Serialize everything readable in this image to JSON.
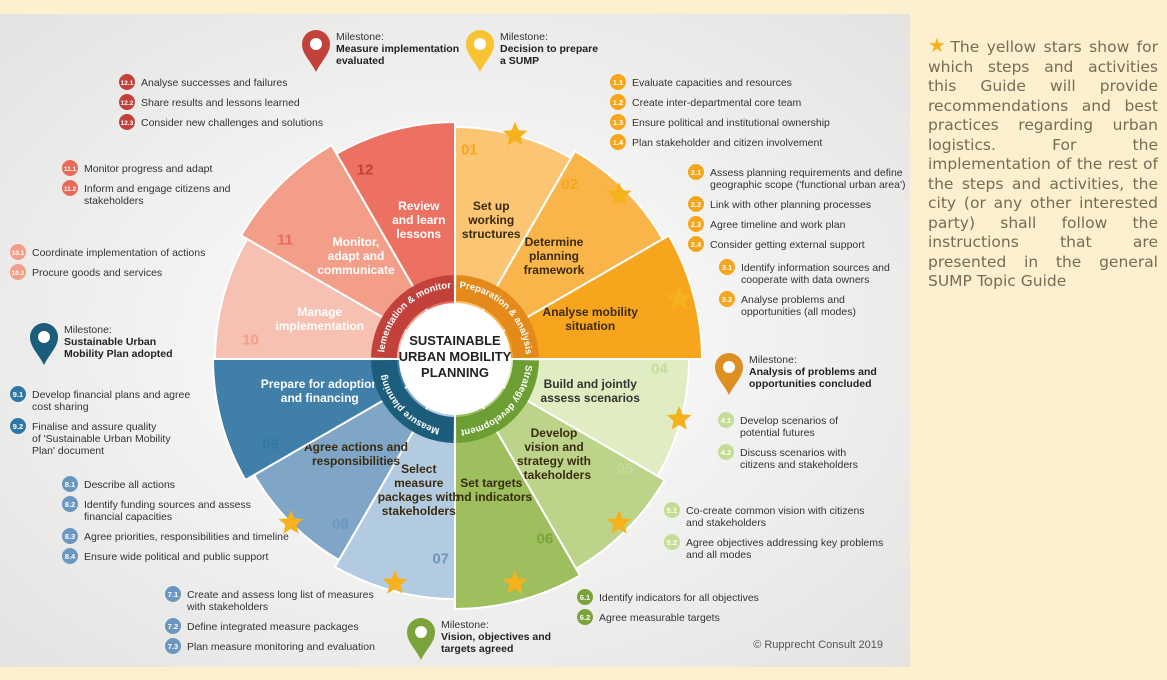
{
  "center": {
    "line1": "SUSTAINABLE",
    "line2": "URBAN MOBILITY",
    "line3": "PLANNING"
  },
  "phases": [
    {
      "label": "Preparation & analysis",
      "color": "#e38a1a"
    },
    {
      "label": "Strategy development",
      "color": "#6c9e33"
    },
    {
      "label": "Measure planning",
      "color": "#1c5d7b"
    },
    {
      "label": "Implementation & monitoring",
      "color": "#c2413a"
    }
  ],
  "steps": [
    {
      "num": "01",
      "title": [
        "Set up",
        "working",
        "structures"
      ],
      "color": "#fbc574",
      "star": true,
      "activities": [
        {
          "code": "1.1",
          "text": [
            "Evaluate capacities and resources"
          ]
        },
        {
          "code": "1.2",
          "text": [
            "Create inter-departmental core team"
          ]
        },
        {
          "code": "1.3",
          "text": [
            "Ensure political and institutional ownership"
          ]
        },
        {
          "code": "1.4",
          "text": [
            "Plan stakeholder and citizen involvement"
          ]
        }
      ]
    },
    {
      "num": "02",
      "title": [
        "Determine",
        "planning",
        "framework"
      ],
      "color": "#f9b54a",
      "star": true,
      "activities": [
        {
          "code": "2.1",
          "text": [
            "Assess planning requirements and define",
            "geographic scope ('functional urban area')"
          ]
        },
        {
          "code": "2.2",
          "text": [
            "Link with other planning processes"
          ]
        },
        {
          "code": "2.3",
          "text": [
            "Agree timeline and work plan"
          ]
        },
        {
          "code": "2.4",
          "text": [
            "Consider getting external support"
          ]
        }
      ]
    },
    {
      "num": "03",
      "title": [
        "Analyse mobility",
        "situation"
      ],
      "color": "#f6a51d",
      "star": true,
      "activities": [
        {
          "code": "3.1",
          "text": [
            "Identify information sources and",
            "cooperate with data owners"
          ]
        },
        {
          "code": "3.2",
          "text": [
            "Analyse problems and",
            "opportunities (all modes)"
          ]
        }
      ]
    },
    {
      "num": "04",
      "title": [
        "Build and jointly",
        "assess scenarios"
      ],
      "color": "#e0ecc1",
      "star": true,
      "activities": [
        {
          "code": "4.1",
          "text": [
            "Develop scenarios of",
            "potential futures"
          ]
        },
        {
          "code": "4.2",
          "text": [
            "Discuss scenarios with",
            "citizens and stakeholders"
          ]
        }
      ]
    },
    {
      "num": "05",
      "title": [
        "Develop",
        "vision and",
        "strategy with",
        "stakeholders"
      ],
      "color": "#bcd48a",
      "star": true,
      "activities": [
        {
          "code": "5.1",
          "text": [
            "Co-create common vision with citizens",
            "and stakeholders"
          ]
        },
        {
          "code": "5.2",
          "text": [
            "Agree objectives addressing key problems",
            "and all modes"
          ]
        }
      ]
    },
    {
      "num": "06",
      "title": [
        "Set targets",
        "and indicators"
      ],
      "color": "#9ebf5e",
      "star": true,
      "activities": [
        {
          "code": "6.1",
          "text": [
            "Identify indicators for all objectives"
          ]
        },
        {
          "code": "6.2",
          "text": [
            "Agree measurable targets"
          ]
        }
      ]
    },
    {
      "num": "07",
      "title": [
        "Select",
        "measure",
        "packages with",
        "stakeholders"
      ],
      "color": "#b3cbe0",
      "star": true,
      "activities": [
        {
          "code": "7.1",
          "text": [
            "Create and assess long list of measures",
            "with stakeholders"
          ]
        },
        {
          "code": "7.2",
          "text": [
            "Define integrated measure packages"
          ]
        },
        {
          "code": "7.3",
          "text": [
            "Plan measure monitoring and evaluation"
          ]
        }
      ]
    },
    {
      "num": "08",
      "title": [
        "Agree actions and",
        "responsibilities"
      ],
      "color": "#7fa6c6",
      "star": true,
      "activities": [
        {
          "code": "8.1",
          "text": [
            "Describe all actions"
          ]
        },
        {
          "code": "8.2",
          "text": [
            "Identify funding sources and assess",
            "financial capacities"
          ]
        },
        {
          "code": "8.3",
          "text": [
            "Agree priorities, responsibilities and timeline"
          ]
        },
        {
          "code": "8.4",
          "text": [
            "Ensure wide political and public support"
          ]
        }
      ]
    },
    {
      "num": "09",
      "title": [
        "Prepare for adoption",
        "and financing"
      ],
      "color": "#3f7fa9",
      "star": false,
      "activities": [
        {
          "code": "9.1",
          "text": [
            "Develop financial plans and agree",
            "cost sharing"
          ]
        },
        {
          "code": "9.2",
          "text": [
            "Finalise and assure quality",
            "of 'Sustainable Urban Mobility",
            "Plan' document"
          ]
        }
      ]
    },
    {
      "num": "10",
      "title": [
        "Manage",
        "implementation"
      ],
      "color": "#f6c1b2",
      "star": false,
      "activities": [
        {
          "code": "10.1",
          "text": [
            "Coordinate implementation of actions"
          ]
        },
        {
          "code": "10.2",
          "text": [
            "Procure goods and services"
          ]
        }
      ]
    },
    {
      "num": "11",
      "title": [
        "Monitor,",
        "adapt and",
        "communicate"
      ],
      "color": "#f29e88",
      "star": false,
      "activities": [
        {
          "code": "11.1",
          "text": [
            "Monitor progress and adapt"
          ]
        },
        {
          "code": "11.2",
          "text": [
            "Inform and engage citizens and",
            "stakeholders"
          ]
        }
      ]
    },
    {
      "num": "12",
      "title": [
        "Review",
        "and learn",
        "lessons"
      ],
      "color": "#ec7163",
      "star": false,
      "activities": [
        {
          "code": "12.1",
          "text": [
            "Analyse successes and failures"
          ]
        },
        {
          "code": "12.2",
          "text": [
            "Share results and lessons learned"
          ]
        },
        {
          "code": "12.3",
          "text": [
            "Consider new challenges and solutions"
          ]
        }
      ]
    }
  ],
  "milestones": [
    {
      "label": "Milestone:",
      "title": [
        "Measure implementation",
        "evaluated"
      ],
      "color": "#c2413a"
    },
    {
      "label": "Milestone:",
      "title": [
        "Decision to prepare",
        "a SUMP"
      ],
      "color": "#f7c433"
    },
    {
      "label": "Milestone:",
      "title": [
        "Analysis of problems and",
        "opportunities concluded"
      ],
      "color": "#de8f21"
    },
    {
      "label": "Milestone:",
      "title": [
        "Vision, objectives and",
        "targets agreed"
      ],
      "color": "#7aa33a"
    },
    {
      "label": "Milestone:",
      "title": [
        "Sustainable Urban",
        "Mobility Plan adopted"
      ],
      "color": "#1c5d7b"
    }
  ],
  "copyright": "© Rupprecht Consult 2019",
  "sidebar_text": "The yellow stars show for which steps and activities this Guide will provide recommendations and best practices regarding urban logistics. For the implementation of the rest of the steps and activities, the city (or any other interested party) shall follow the instructions that are presented in the general SUMP Topic Guide",
  "colors": {
    "star": "#f5b21d",
    "background": "#fdf0cf",
    "figure_bg": "#f0f0ef"
  }
}
